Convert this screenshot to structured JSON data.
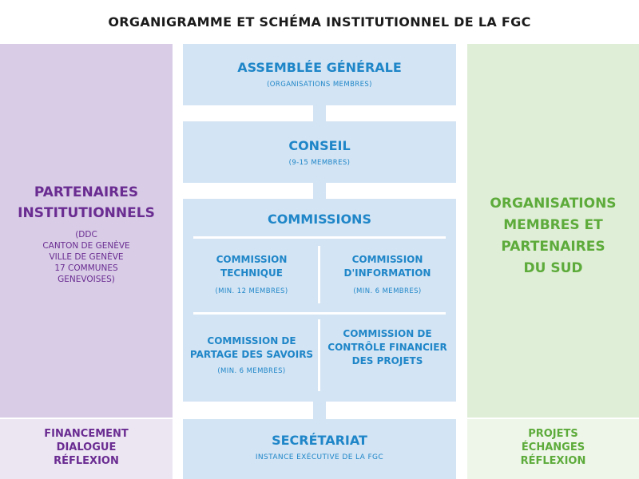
{
  "title": "ORGANIGRAMME ET SCHÉMA INSTITUTIONNEL DE LA FGC",
  "left": {
    "heading_line1": "PARTENAIRES",
    "heading_line2": "INSTITUTIONNELS",
    "list": [
      "(DDC",
      "CANTON DE GENÈVE",
      "VILLE DE GENÈVE",
      "17 COMMUNES",
      "GENEVOISES)"
    ],
    "bottom": [
      "FINANCEMENT",
      "DIALOGUE",
      "RÉFLEXION"
    ]
  },
  "right": {
    "heading": [
      "ORGANISATIONS",
      "MEMBRES ET",
      "PARTENAIRES",
      "DU SUD"
    ],
    "bottom": [
      "PROJETS",
      "ÉCHANGES",
      "RÉFLEXION"
    ]
  },
  "assemblee": {
    "title": "ASSEMBLÉE GÉNÉRALE",
    "sub": "(ORGANISATIONS MEMBRES)"
  },
  "conseil": {
    "title": "CONSEIL",
    "sub": "(9-15 MEMBRES)"
  },
  "commissions": {
    "title": "COMMISSIONS",
    "items": [
      {
        "line1": "COMMISSION",
        "line2": "TECHNIQUE",
        "line3": "",
        "sub": "(MIN. 12 MEMBRES)"
      },
      {
        "line1": "COMMISSION",
        "line2": "D'INFORMATION",
        "line3": "",
        "sub": "(MIN. 6 MEMBRES)"
      },
      {
        "line1": "COMMISSION DE",
        "line2": "PARTAGE DES SAVOIRS",
        "line3": "",
        "sub": "(MIN. 6 MEMBRES)"
      },
      {
        "line1": "COMMISSION DE",
        "line2": "CONTRÔLE FINANCIER",
        "line3": "DES PROJETS",
        "sub": ""
      }
    ]
  },
  "secretariat": {
    "title": "SECRÉTARIAT",
    "sub": "INSTANCE EXÉCUTIVE DE LA FGC"
  },
  "colors": {
    "purple": "#6a2c91",
    "green": "#5dab3b",
    "blue": "#1f86c8"
  }
}
